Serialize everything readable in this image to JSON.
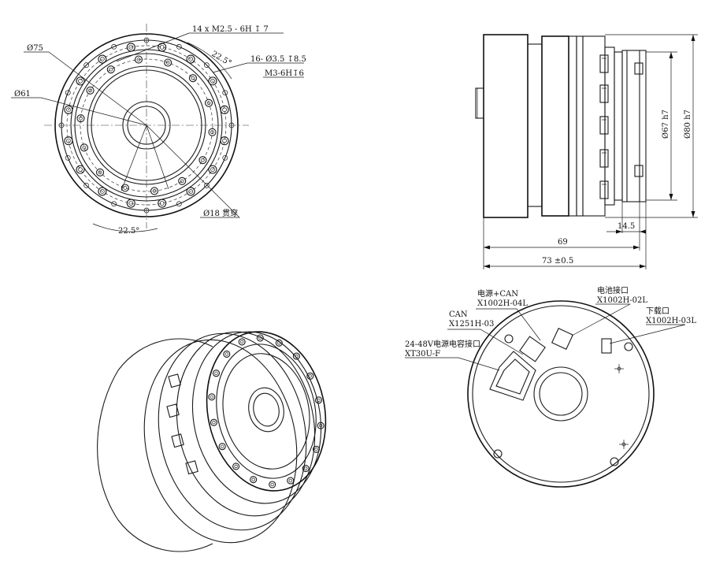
{
  "front_view": {
    "thread_holes_note": "14 x   M2.5 - 6H ↧ 7",
    "angle_top": "22.5°",
    "mount_holes_note_1": "16- Ø3.5 ↧8.5",
    "mount_holes_note_2": "M3-6H↧6",
    "outer_diameter": "Ø75",
    "inner_diameter": "Ø61",
    "center_hole": "Ø18 贯穿",
    "angle_bottom": "22.5°"
  },
  "side_view": {
    "diameter_67": "Ø67 h7",
    "diameter_80": "Ø80 h7",
    "length_14_5": "14.5",
    "length_69": "69",
    "length_73": "73 ±0.5"
  },
  "rear_view": {
    "power_can_label": "电源+CAN",
    "power_can_part": "X1002H-04L",
    "battery_label": "电池接口",
    "battery_part": "X1002H-02L",
    "download_label": "下载口",
    "download_part": "X1002H-03L",
    "can_label": "CAN",
    "can_part": "X1251H-03",
    "power_cap_label": "24-48V电源电容接口",
    "power_cap_part": "XT30U-F"
  },
  "colors": {
    "line": "#1a1a1a",
    "background": "#ffffff"
  }
}
